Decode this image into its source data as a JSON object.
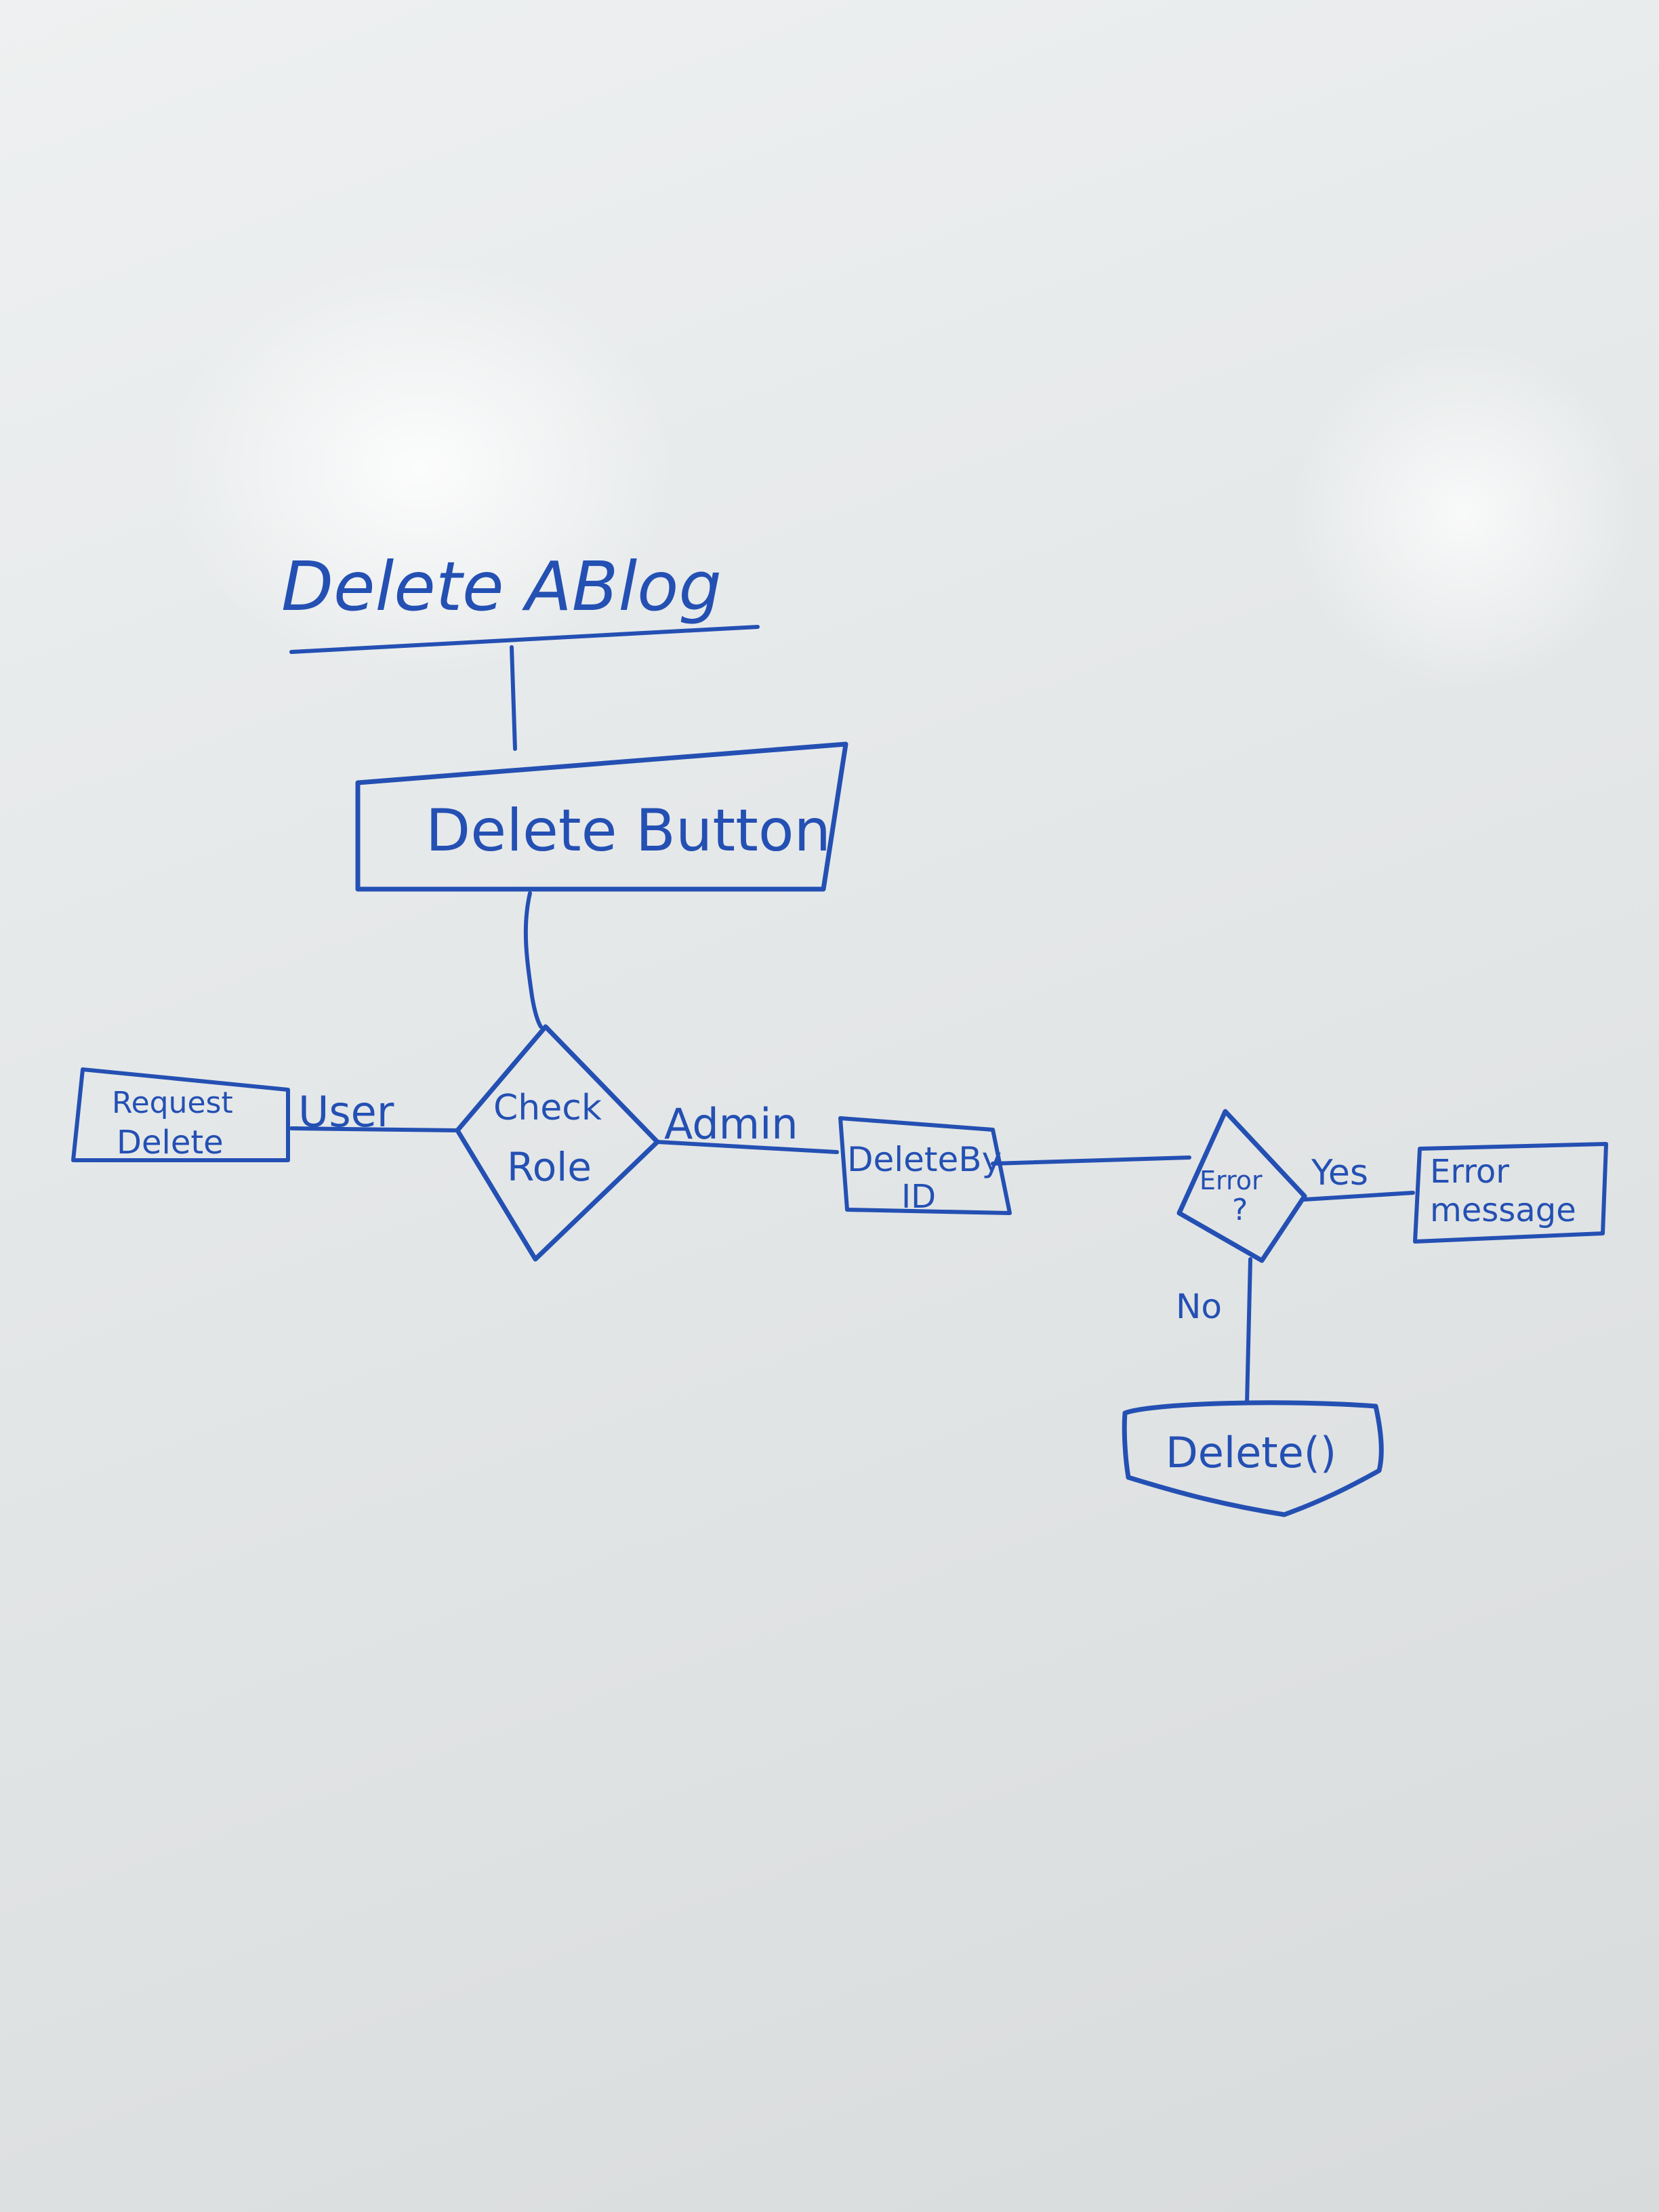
{
  "title": "Delete ABlog",
  "nodes": {
    "delete_button": "Delete Button",
    "check_role": [
      "Check",
      "Role"
    ],
    "request_delete": [
      "Request",
      "Delete"
    ],
    "delete_by_id": [
      "DeleteBy",
      "ID"
    ],
    "error_check": [
      "Error",
      "?"
    ],
    "error_message": [
      "Error",
      "message"
    ],
    "delete_fn": "Delete()"
  },
  "edges": {
    "user": "User",
    "admin": "Admin",
    "yes": "Yes",
    "no": "No"
  },
  "colors": {
    "marker": "#2450b3",
    "board": "#e6e9ea"
  }
}
